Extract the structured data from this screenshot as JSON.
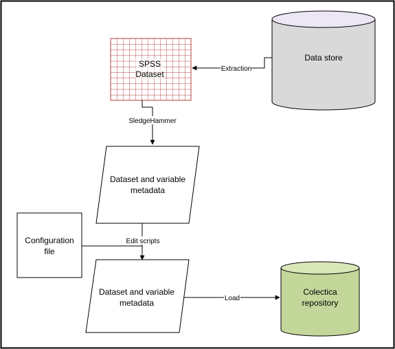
{
  "nodes": {
    "spss": {
      "line1": "SPSS",
      "line2": "Dataset"
    },
    "data_store": {
      "label": "Data store"
    },
    "metadata_top": {
      "line1": "Dataset and variable",
      "line2": "metadata"
    },
    "config": {
      "line1": "Configuration",
      "line2": "file"
    },
    "metadata_bottom": {
      "line1": "Dataset and variable",
      "line2": "metadata"
    },
    "colectica": {
      "line1": "Colectica",
      "line2": "repository"
    }
  },
  "edges": {
    "extraction": "Extraction",
    "sledgehammer": "SledgeHammer",
    "edit_scripts": "Edit scripts",
    "load": "Load"
  },
  "colors": {
    "grid_red": "#b43c3c",
    "data_store_fill": "#d9d9d9",
    "data_store_top": "#ece6f5",
    "colectica_fill": "#c4d79b",
    "colectica_top": "#d8e6b8"
  }
}
